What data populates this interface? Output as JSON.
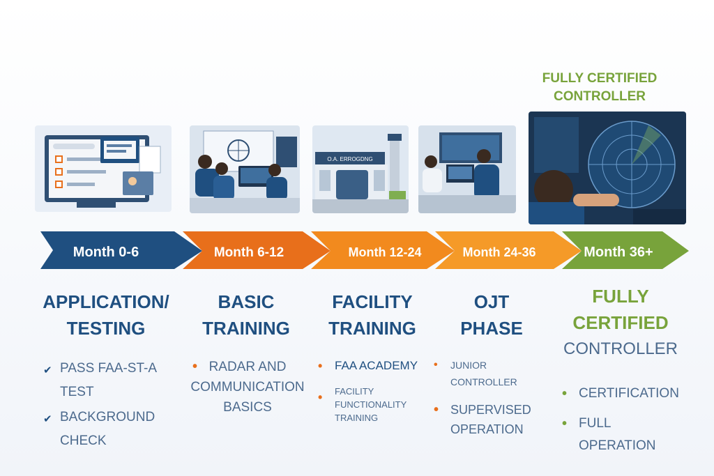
{
  "certified_label": [
    "FULLY CERTIFIED",
    "CONTROLLER"
  ],
  "phases": [
    {
      "month": "Month 0-6",
      "heading": [
        "APPLICATION/",
        "TESTING"
      ],
      "bullets": [
        "PASS FAA-ST-A TEST",
        "BACKGROUND CHECK"
      ],
      "color": "#1f4f80",
      "marker": "check-icon"
    },
    {
      "month": "Month 6-12",
      "heading": [
        "BASIC",
        "TRAINING"
      ],
      "bullets": [
        "RADAR AND COMMUNICATION BASICS"
      ],
      "color": "#e86f1b",
      "marker": "dot-icon"
    },
    {
      "month": "Month 12-24",
      "heading": [
        "FACILITY",
        "TRAINING"
      ],
      "bullets": [
        "FAA ACADEMY",
        "FACILITY FUNCTIONALITY TRAINING"
      ],
      "color": "#f28a1e",
      "marker": "dot-icon"
    },
    {
      "month": "Month 24-36",
      "heading": [
        "OJT",
        "PHASE"
      ],
      "bullets": [
        "JUNIOR CONTROLLER",
        "SUPERVISED OPERATION"
      ],
      "color": "#f59a28",
      "marker": "dot-icon"
    },
    {
      "month": "Month 36+",
      "heading": [
        "FULLY",
        "CERTIFIED",
        "CONTROLLER"
      ],
      "bullets": [
        "CERTIFICATION",
        "FULL OPERATION"
      ],
      "color": "#78a33b",
      "marker": "dot-icon"
    }
  ],
  "photo_signs": {
    "academy_sign": "O.A. ERROGDNG"
  },
  "colors": {
    "navy": "#1f4f80",
    "orange": "#e86f1b",
    "green": "#78a33b",
    "text": "#4c6a8d"
  }
}
